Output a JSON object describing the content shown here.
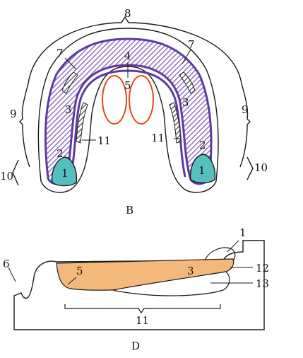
{
  "colors": {
    "ink": "#1a1a1a",
    "rim_purple": "#5e3a9e",
    "hatch": "#7a4fb5",
    "pad_teal": "#56bfbf",
    "oval_red": "#e04a1a",
    "fill_orange": "#f4b97a"
  },
  "figure_b": {
    "caption": "B",
    "labels": {
      "l1_left": "1",
      "l1_right": "1",
      "l2_left": "2",
      "l2_right": "2",
      "l3_left": "3",
      "l3_right": "3",
      "l4": "4",
      "l5": "5",
      "l7_left": "7",
      "l7_right": "7",
      "l8": "8",
      "l9_left": "9",
      "l9_right": "9",
      "l10_left": "10",
      "l10_right": "10",
      "l11_left": "11",
      "l11_right": "11"
    }
  },
  "figure_d": {
    "caption": "D",
    "labels": {
      "l1": "1",
      "l3": "3",
      "l5": "5",
      "l6": "6",
      "l11": "11",
      "l12": "12",
      "l13": "13"
    }
  }
}
